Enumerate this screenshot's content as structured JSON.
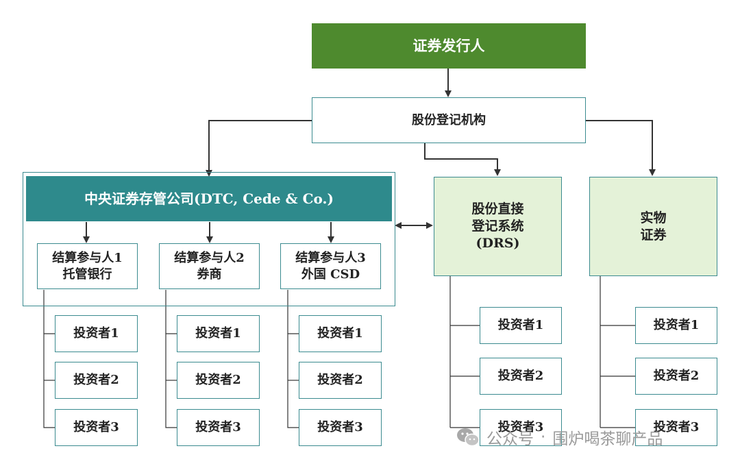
{
  "issuer": "证券发行人",
  "registry": "股份登记机构",
  "dtc": "中央证券存管公司(DTC, Cede & Co.)",
  "participants": [
    {
      "line1": "结算参与人1",
      "line2": "托管银行"
    },
    {
      "line1": "结算参与人2",
      "line2": "券商"
    },
    {
      "line1": "结算参与人3",
      "line2": "外国 CSD"
    }
  ],
  "drs": {
    "line1": "股份直接",
    "line2": "登记系统",
    "line3": "(DRS)"
  },
  "physical": {
    "line1": "实物",
    "line2": "证券"
  },
  "investors": [
    "投资者1",
    "投资者2",
    "投资者3"
  ],
  "watermark": {
    "platform": "公众号",
    "separator": "·",
    "account": "围炉喝茶聊产品"
  },
  "colors": {
    "issuer_fill": "#4e8a2e",
    "dtc_fill": "#2e8a8c",
    "border": "#3a8a8f",
    "green_box_fill": "#e4f2d8",
    "connector": "#333333"
  }
}
